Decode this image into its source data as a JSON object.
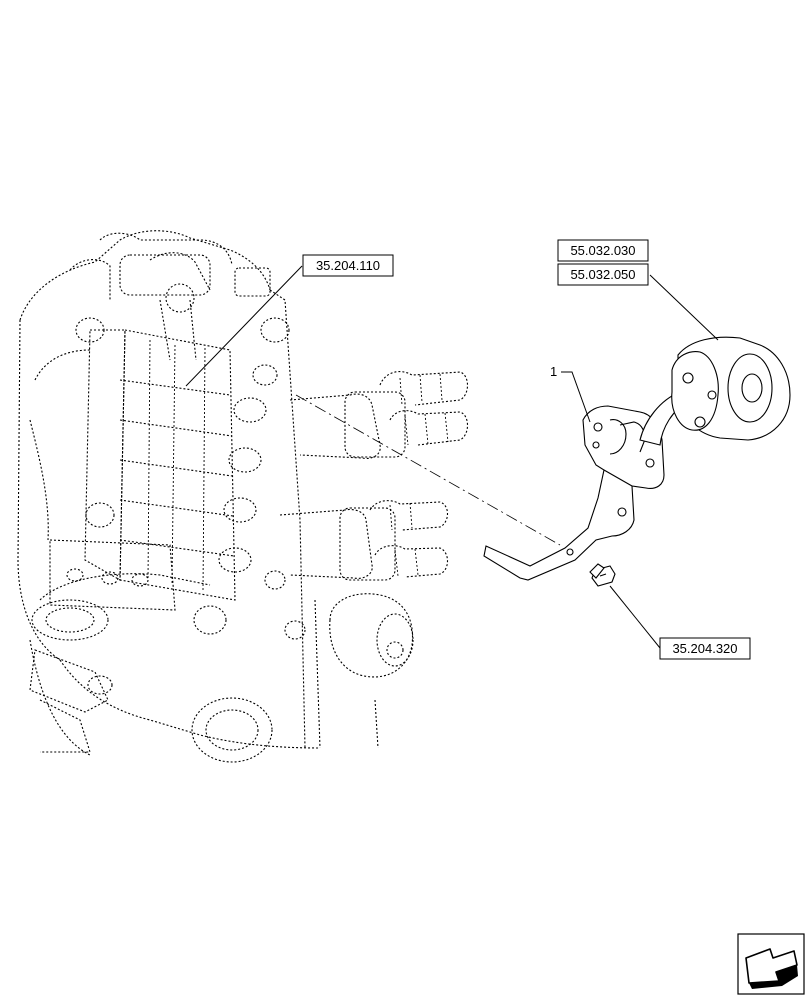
{
  "references": {
    "ref_control_valve": "35.204.110",
    "ref_remote_1": "55.032.030",
    "ref_remote_2": "55.032.050",
    "ref_bolt": "35.204.320"
  },
  "items": {
    "bracket_item_number": "1"
  },
  "icons": {
    "navigation": "next-page-arrow-icon"
  }
}
